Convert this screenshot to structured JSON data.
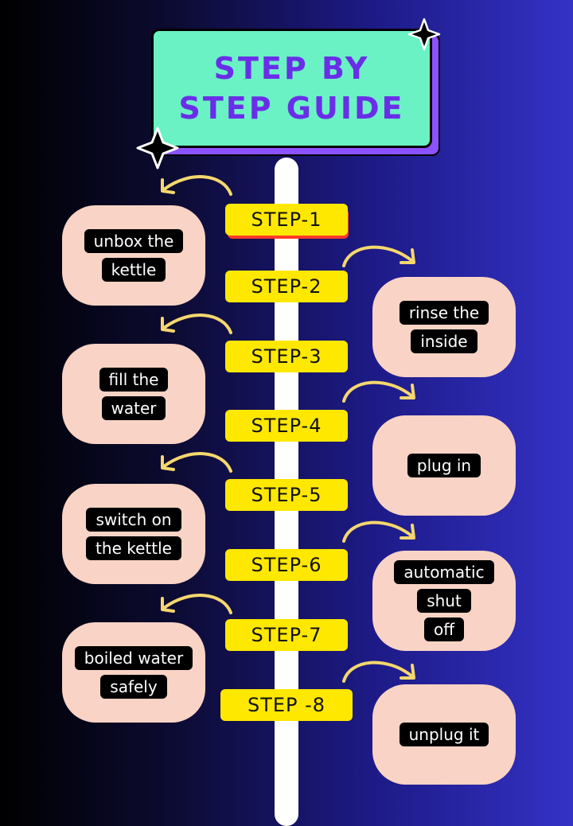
{
  "title": "STEP BY STEP GUIDE",
  "colors": {
    "sign": "#6af2c4",
    "sign_shadow": "#8c52ff",
    "title_text": "#6a2ee8",
    "step_label": "#ffe800",
    "card": "#f9d3c5",
    "arrow": "#f5d76e"
  },
  "steps": [
    {
      "label": "STEP-1",
      "text_lines": [
        "unbox the",
        "kettle"
      ]
    },
    {
      "label": "STEP-2",
      "text_lines": [
        "rinse the",
        "inside"
      ]
    },
    {
      "label": "STEP-3",
      "text_lines": [
        "fill the",
        "water"
      ]
    },
    {
      "label": "STEP-4",
      "text_lines": [
        "plug in"
      ]
    },
    {
      "label": "STEP-5",
      "text_lines": [
        "switch on",
        "the kettle"
      ]
    },
    {
      "label": "STEP-6",
      "text_lines": [
        "automatic",
        "shut",
        "off"
      ]
    },
    {
      "label": "STEP-7",
      "text_lines": [
        "boiled water",
        "safely"
      ]
    },
    {
      "label": "STEP -8",
      "text_lines": [
        "unplug it"
      ]
    }
  ]
}
